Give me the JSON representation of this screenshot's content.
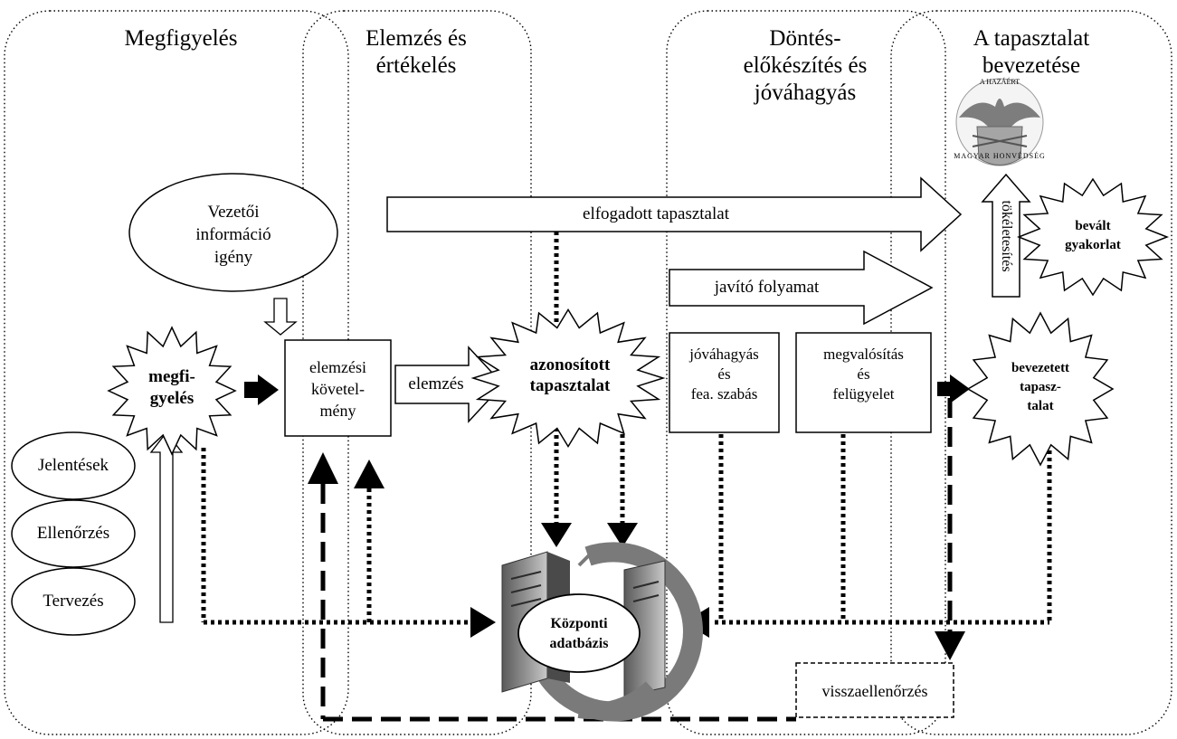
{
  "columns": [
    {
      "title": "Megfigyelés"
    },
    {
      "title": "Elemzés és\nértékelés"
    },
    {
      "title": "Döntés-\nelőkészítés és\njóváhagyás"
    },
    {
      "title": "A tapasztalat\nbevezetése"
    }
  ],
  "nodes": {
    "vezetoi": "Vezetői\ninformáció\nigény",
    "jelentesek": "Jelentések",
    "ellenorzes": "Ellenőrzés",
    "tervezes": "Tervezés",
    "megfigyeles": "megfi-\ngyelés",
    "elemzesi": "elemzési\nkövetel-\nmény",
    "elemzes": "elemzés",
    "azonositott": "azonosított\ntapasztalat",
    "jovahagyas": "jóváhagyás\nés\nfea. szabás",
    "megvalositas": "megvalósítás\nés\nfelügyelet",
    "bevezetett": "bevezetett\ntapasz-\ntalat",
    "bevalt": "bevált\ngyakorlat",
    "tokeletesites": "tökéletesítés",
    "kozponti": "Központi\nadatbázis",
    "visszaellenorzes": "visszaellenőrzés"
  },
  "arrows": {
    "elfogadott": "elfogadott tapasztalat",
    "javito": "javító folyamat"
  },
  "emblem": {
    "top_text": "A HAZÁÉRT",
    "bottom_text": "MAGYAR HONVÉDSÉG"
  }
}
